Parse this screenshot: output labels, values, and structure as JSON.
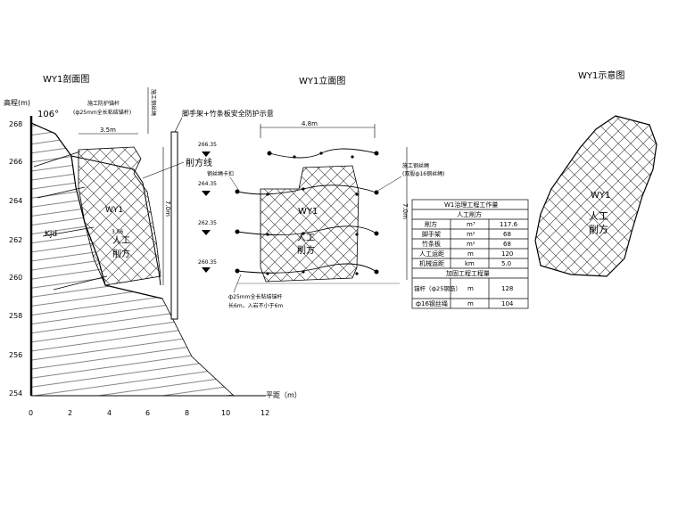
{
  "section": {
    "title": "WY1剖面图",
    "ylabel": "高程(m)",
    "xlabel": "平距（m）",
    "angle": "106°",
    "y_ticks": [
      "268",
      "266",
      "264",
      "262",
      "260",
      "258",
      "256",
      "254"
    ],
    "x_ticks": [
      "0",
      "2",
      "4",
      "6",
      "8",
      "10",
      "12"
    ],
    "anchor_note_1": "施工防护锚杆",
    "anchor_note_2": "(ф25mm全长粘结锚杆)",
    "rope_note": "施工钢丝绳",
    "scaffold_note": "脚手架+竹条板安全防护示意",
    "width_dim": "3.5m",
    "height_dim": "7.0m",
    "cut_line_label": "削方线",
    "mass_label": "WY1",
    "cut_label_1": "人工",
    "cut_label_2": "削方",
    "strata_label": "Kjd",
    "small_dim": "3.56"
  },
  "elevation": {
    "title": "WY1立面图",
    "width_dim": "4.8m",
    "height_dim": "7.0m",
    "levels": [
      "266.35",
      "264.35",
      "262.35",
      "260.35"
    ],
    "net_note": "钢丝绳卡扣",
    "rope_note_1": "施工钢丝绳",
    "rope_note_2": "(双股ф16钢丝绳)",
    "mass_label": "WY1",
    "cut_label_1": "人工",
    "cut_label_2": "削方",
    "anchor_note_1": "ф25mm全长粘结锚杆",
    "anchor_note_2": "长6m，入岩不小于6m"
  },
  "schematic": {
    "title": "WY1示意图",
    "mass_label": "WY1",
    "cut_label_1": "人工",
    "cut_label_2": "削方"
  },
  "table": {
    "title": "W1治理工程工作量",
    "section_1": "人工削方",
    "rows_1": [
      {
        "item": "削方",
        "unit": "m³",
        "qty": "117.6"
      },
      {
        "item": "脚手架",
        "unit": "m²",
        "qty": "68"
      },
      {
        "item": "竹条板",
        "unit": "m²",
        "qty": "68"
      },
      {
        "item": "人工运距",
        "unit": "m",
        "qty": "120"
      },
      {
        "item": "机械运距",
        "unit": "km",
        "qty": "5.0"
      }
    ],
    "section_2": "加固工程工程量",
    "rows_2": [
      {
        "item": "锚杆（ф25钢筋）",
        "unit": "m",
        "qty": "128"
      },
      {
        "item": "ф16钢丝绳",
        "unit": "m",
        "qty": "104"
      }
    ]
  }
}
